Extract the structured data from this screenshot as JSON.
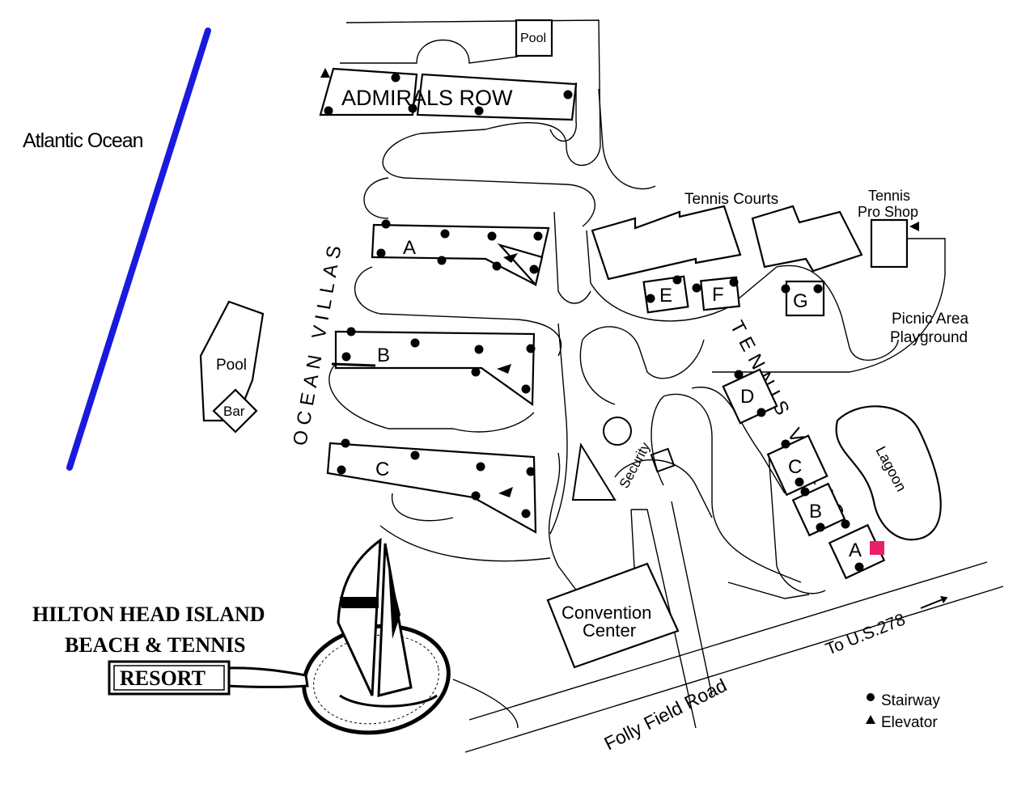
{
  "map": {
    "water_label": "Atlantic Ocean",
    "shore_color": "#1a1adf",
    "ocean_villas_label": "OCEAN VILLAS",
    "tennis_villas_label": "TENNIS VILLAS",
    "admirals_row": "ADMIRALS ROW",
    "pool_top": "Pool",
    "pool_left": "Pool",
    "bar": "Bar",
    "ocean_buildings": [
      "A",
      "B",
      "C"
    ],
    "tennis_courts": "Tennis Courts",
    "tennis_pro_shop_line1": "Tennis",
    "tennis_pro_shop_line2": "Pro Shop",
    "picnic_line1": "Picnic Area",
    "picnic_line2": "Playground",
    "small_buildings": [
      "E",
      "F",
      "G",
      "D",
      "C",
      "B",
      "A"
    ],
    "lagoon": "Lagoon",
    "security": "Security",
    "convention_line1": "Convention",
    "convention_line2": "Center",
    "folly_field_road": "Folly Field Road",
    "to_us": "To U.S.278",
    "marker_color": "#e8206a"
  },
  "logo": {
    "line1": "HILTON HEAD ISLAND",
    "line2": "BEACH & TENNIS",
    "line3": "RESORT"
  },
  "legend": {
    "stairway": "Stairway",
    "elevator": "Elevator"
  }
}
